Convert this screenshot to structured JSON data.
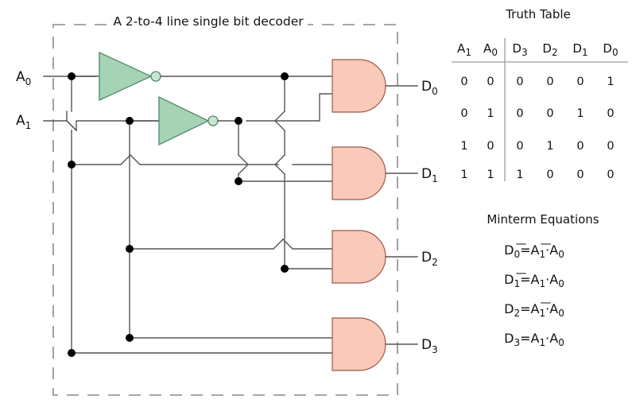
{
  "diagram": {
    "title": "A 2-to-4 line single bit decoder",
    "inputs": [
      {
        "name": "input-a0",
        "label": "A",
        "sub": "0"
      },
      {
        "name": "input-a1",
        "label": "A",
        "sub": "1"
      }
    ],
    "outputs": [
      {
        "name": "output-d0",
        "label": "D",
        "sub": "0"
      },
      {
        "name": "output-d1",
        "label": "D",
        "sub": "1"
      },
      {
        "name": "output-d2",
        "label": "D",
        "sub": "2"
      },
      {
        "name": "output-d3",
        "label": "D",
        "sub": "3"
      }
    ],
    "gates": {
      "and_count": 4,
      "inverter_count": 2,
      "and_fill": "#f9c9b9",
      "and_stroke": "#9e5a4a",
      "inverter_fill": "#a6d3b6",
      "inverter_stroke": "#4e8a65",
      "wire_color": "#555555"
    }
  },
  "truth_table": {
    "title": "Truth Table",
    "headers": [
      "A",
      "A",
      "D",
      "D",
      "D",
      "D"
    ],
    "header_subs": [
      "1",
      "0",
      "3",
      "2",
      "1",
      "0"
    ],
    "rows": [
      [
        "0",
        "0",
        "0",
        "0",
        "0",
        "1"
      ],
      [
        "0",
        "1",
        "0",
        "0",
        "1",
        "0"
      ],
      [
        "1",
        "0",
        "0",
        "1",
        "0",
        "0"
      ],
      [
        "1",
        "1",
        "1",
        "0",
        "0",
        "0"
      ]
    ]
  },
  "minterms": {
    "title": "Minterm Equations",
    "equations": [
      {
        "out": "D",
        "out_sub": "0",
        "a1_bar": true,
        "a0_bar": true
      },
      {
        "out": "D",
        "out_sub": "1",
        "a1_bar": true,
        "a0_bar": false
      },
      {
        "out": "D",
        "out_sub": "2",
        "a1_bar": false,
        "a0_bar": true
      },
      {
        "out": "D",
        "out_sub": "3",
        "a1_bar": false,
        "a0_bar": false
      }
    ],
    "operand_a": "A",
    "operand_a_sub1": "1",
    "operand_a_sub0": "0",
    "equals": "=",
    "dot": "·"
  }
}
